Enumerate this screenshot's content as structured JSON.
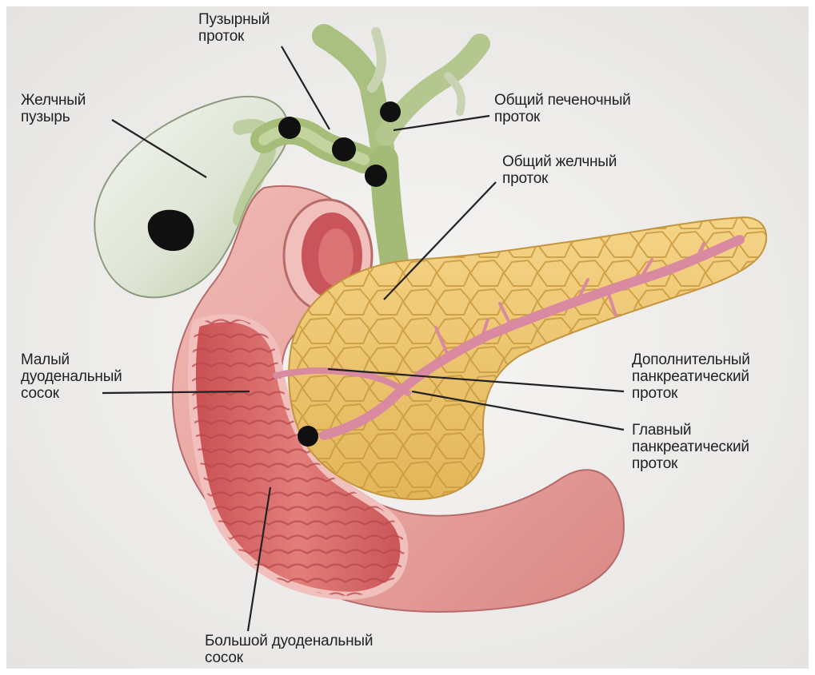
{
  "labels": {
    "gallbladder": {
      "line1": "Желчный",
      "line2": "пузырь"
    },
    "cystic_duct": {
      "line1": "Пузырный",
      "line2": "проток"
    },
    "common_hepatic_duct": {
      "line1": "Общий печеночный",
      "line2": "проток"
    },
    "common_bile_duct": {
      "line1": "Общий желчный",
      "line2": "проток"
    },
    "minor_papilla": {
      "line1": "Малый",
      "line2": "дуоденальный",
      "line3": "сосок"
    },
    "accessory_duct": {
      "line1": "Дополнительный",
      "line2": "панкреатический",
      "line3": "проток"
    },
    "main_duct": {
      "line1": "Главный",
      "line2": "панкреатический",
      "line3": "проток"
    },
    "major_papilla": {
      "line1": "Большой дуоденальный",
      "line2": "сосок"
    }
  },
  "colors": {
    "background": "#f1f0ee",
    "gallbladder": "#e6ebdf",
    "bile_duct": "#a8bf7e",
    "duodenum_outer": "#e9a3a0",
    "duodenum_inner": "#d45e5e",
    "pancreas": "#f0c76c",
    "pancreatic_duct": "#de8fa2",
    "stone": "#101010",
    "leader_line": "#222222"
  }
}
